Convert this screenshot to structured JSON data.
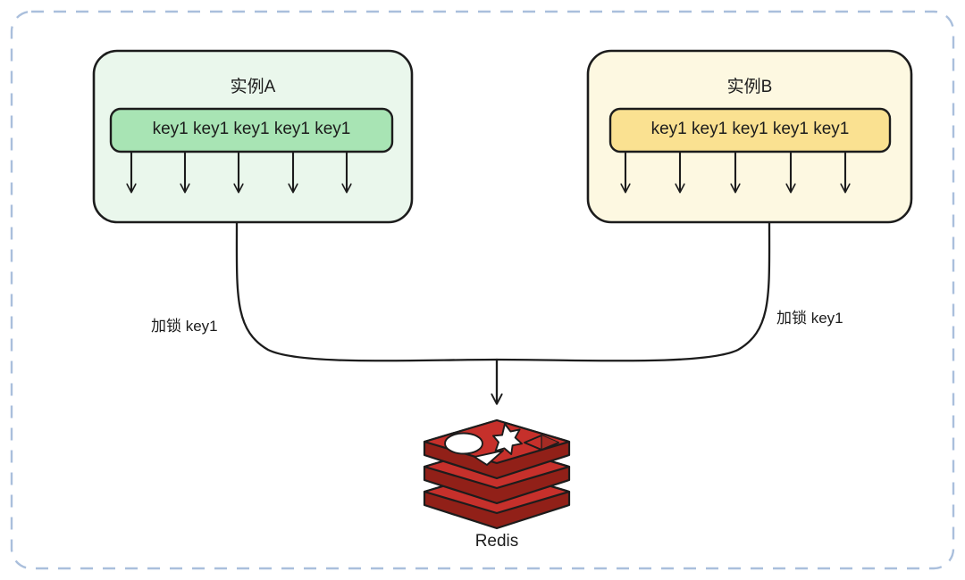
{
  "diagram": {
    "type": "architecture-diagram",
    "title_visible": false,
    "outer_boundary": {
      "style": "dashed",
      "color": "#aabfdc"
    },
    "colors": {
      "instance_a_fill": "#eaf7ec",
      "instance_a_inner_fill": "#a8e4b4",
      "instance_b_fill": "#fdf8e1",
      "instance_b_inner_fill": "#fae191",
      "stroke": "#1c1c1c",
      "dashed_border": "#aabfdc",
      "redis_red": "#c6302b",
      "redis_red_dark": "#a42b24",
      "redis_red_side": "#912018",
      "text": "#1c1c1c"
    },
    "instances": [
      {
        "id": "instance-a",
        "title": "实例A",
        "keys_label": "key1 key1 key1 key1 key1",
        "thread_arrow_count": 5,
        "edge_label": "加锁 key1"
      },
      {
        "id": "instance-b",
        "title": "实例B",
        "keys_label": "key1 key1 key1 key1 key1",
        "thread_arrow_count": 5,
        "edge_label": "加锁 key1"
      }
    ],
    "datastore": {
      "id": "redis-node",
      "label": "Redis",
      "icon": "redis-stack-icon",
      "layers": 3
    }
  }
}
